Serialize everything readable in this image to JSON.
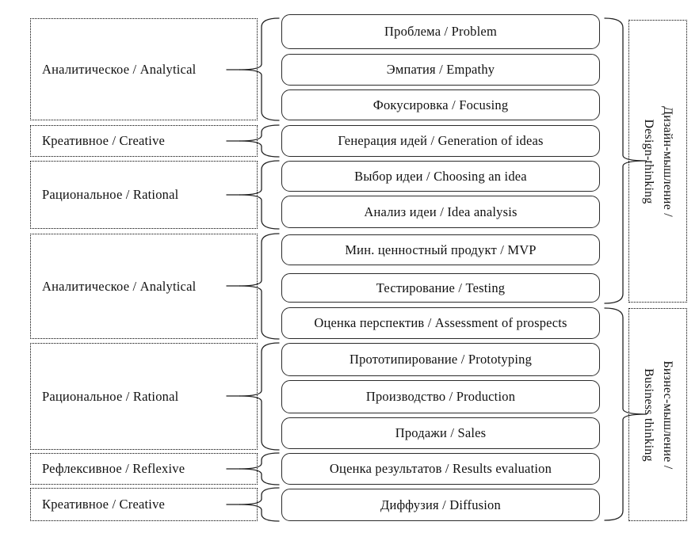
{
  "diagram": {
    "left_groups": [
      {
        "label": "Аналитическое / Analytical"
      },
      {
        "label": "Креативное / Creative"
      },
      {
        "label": "Рациональное / Rational"
      },
      {
        "label": "Аналитическое / Analytical"
      },
      {
        "label": "Рациональное / Rational"
      },
      {
        "label": "Рефлексивное / Reflexive"
      },
      {
        "label": "Креативное / Creative"
      }
    ],
    "stages": [
      "Проблема / Problem",
      "Эмпатия / Empathy",
      "Фокусировка / Focusing",
      "Генерация идей / Generation of ideas",
      "Выбор идеи / Choosing an idea",
      "Анализ идеи / Idea analysis",
      "Мин. ценностный продукт / MVP",
      "Тестирование / Testing",
      "Оценка перспектив / Assessment of prospects",
      "Прототипирование / Prototyping",
      "Производство / Production",
      "Продажи / Sales",
      "Оценка результатов / Results evaluation",
      "Диффузия / Diffusion"
    ],
    "right_groups": [
      {
        "label": "Дизайн-мышление / Design-thinking"
      },
      {
        "label": "Бизнес-мышление / Business thinking"
      }
    ],
    "colors": {
      "background": "#ffffff",
      "line": "#222222",
      "text": "#111111",
      "stage_border": "#2a2a2a",
      "dotted_border": "#000000"
    }
  }
}
